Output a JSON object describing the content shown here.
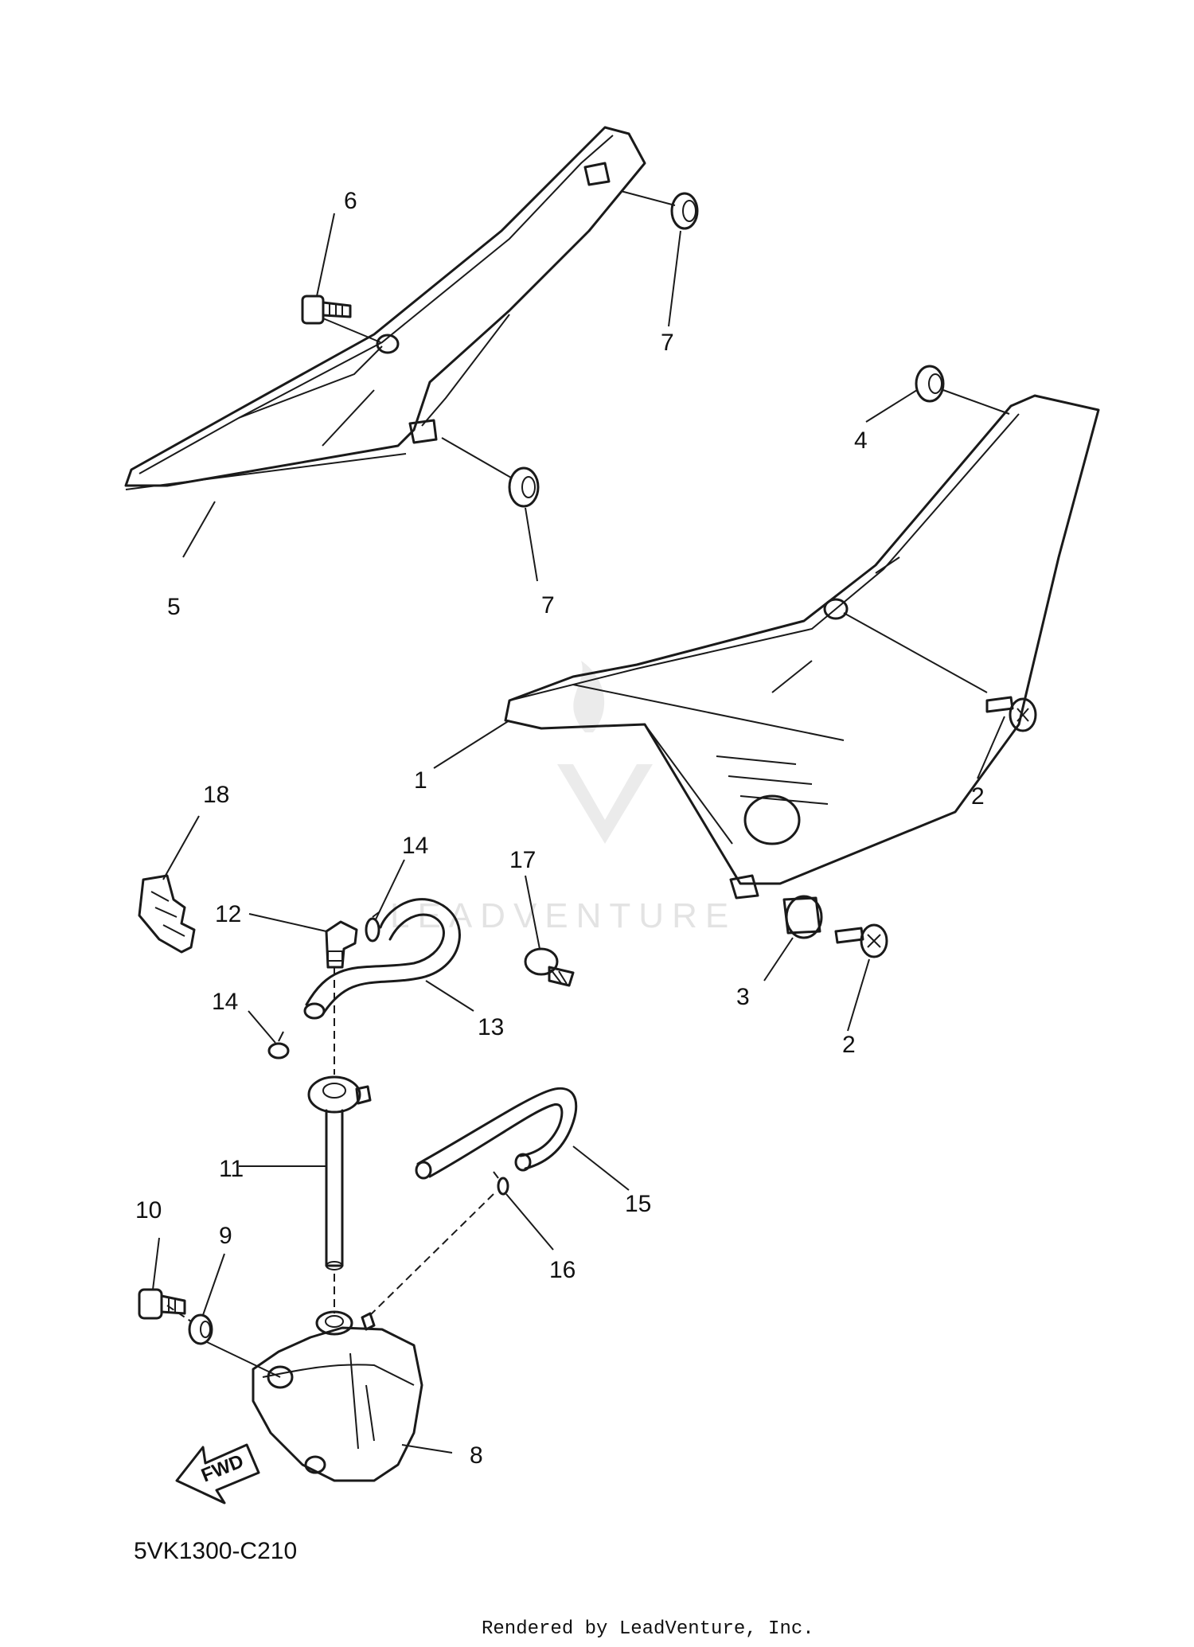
{
  "callouts": {
    "c1": "1",
    "c2a": "2",
    "c2b": "2",
    "c3": "3",
    "c4": "4",
    "c5": "5",
    "c6": "6",
    "c7a": "7",
    "c7b": "7",
    "c8": "8",
    "c9": "9",
    "c10": "10",
    "c11": "11",
    "c12": "12",
    "c13": "13",
    "c14a": "14",
    "c14b": "14",
    "c15": "15",
    "c16": "16",
    "c17": "17",
    "c18": "18"
  },
  "diagram_code": "5VK1300-C210",
  "fwd_label": "FWD",
  "watermark": "LEADVENTURE",
  "footer": "Rendered by LeadVenture, Inc."
}
